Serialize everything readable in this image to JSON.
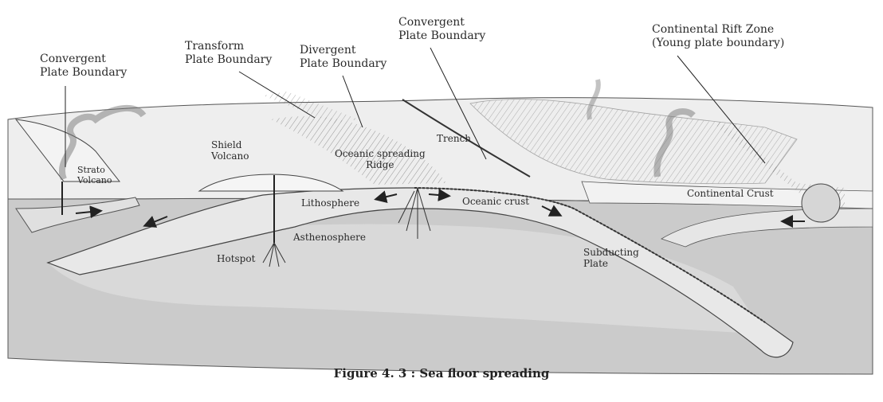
{
  "labels": {
    "convergent_left": {
      "line1": "Convergent",
      "line2": "Plate Boundary"
    },
    "transform": {
      "line1": "Transform",
      "line2": "Plate Boundary"
    },
    "divergent": {
      "line1": "Divergent",
      "line2": "Plate Boundary"
    },
    "convergent_right": {
      "line1": "Convergent",
      "line2": "Plate Boundary"
    },
    "rift": {
      "line1": "Continental Rift Zone",
      "line2": "(Young plate boundary)"
    },
    "shield_volcano": {
      "line1": "Shield",
      "line2": "Volcano"
    },
    "strato_volcano": {
      "line1": "Strato",
      "line2": "Volcano"
    },
    "oceanic_ridge": {
      "line1": "Oceanic spreading",
      "line2": "Ridge"
    },
    "trench": "Trench",
    "lithosphere": "Lithosphere",
    "oceanic_crust": "Oceanic crust",
    "continental_crust": "Continental Crust",
    "asthenosphere": "Asthenosphere",
    "hotspot": "Hotspot",
    "subducting_plate": {
      "line1": "Subducting",
      "line2": "Plate"
    }
  },
  "caption": "Figure 4. 3 : Sea floor spreading",
  "colors": {
    "mantle": "#c9c9c9",
    "lithosphere": "#e4e4e4",
    "ocean": "#ececec",
    "ink": "#3a3a3a",
    "background": "#ffffff"
  }
}
